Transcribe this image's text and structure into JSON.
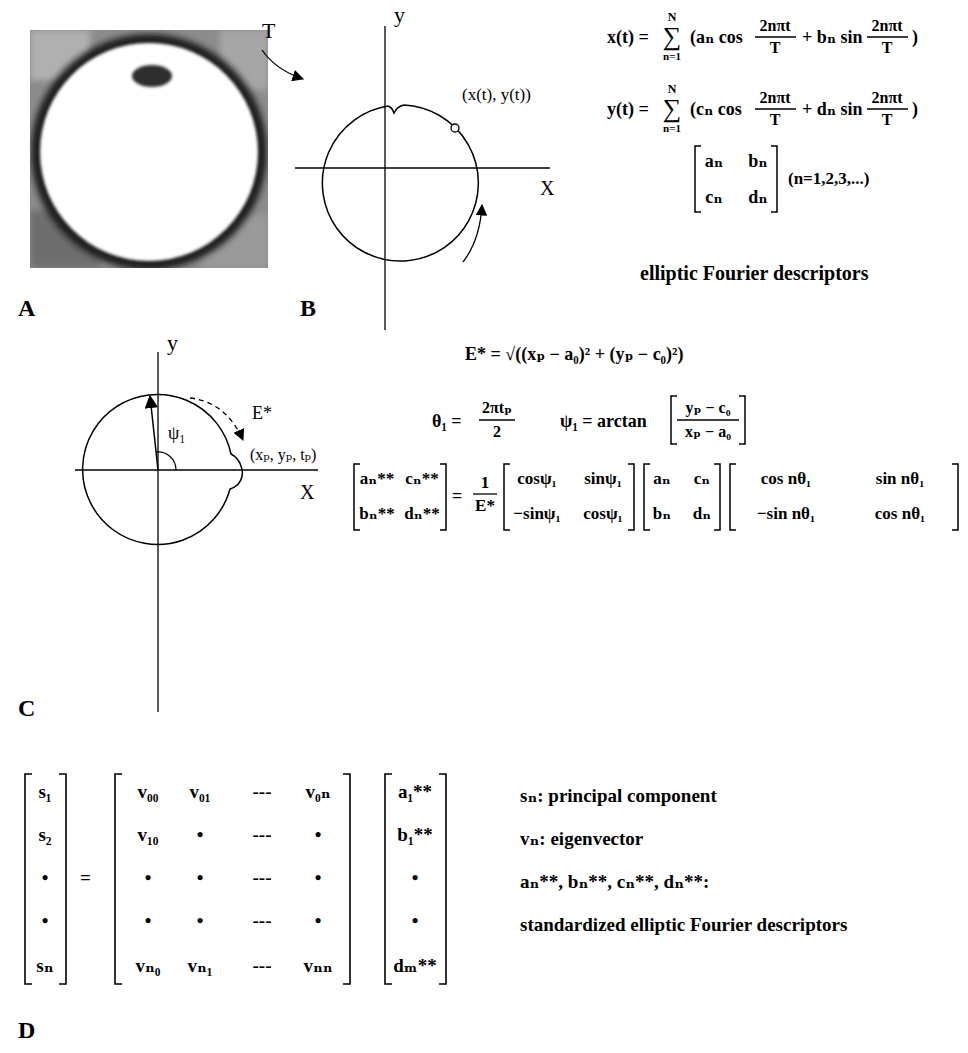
{
  "diagram": {
    "labels": [
      "A",
      "B",
      "C",
      "D",
      "y",
      "X",
      "T",
      "(x(t), y(t))",
      "x(t) =",
      "N",
      "∑",
      "n=1",
      "(aₙ cos",
      "2nπt",
      "T",
      "+ bₙ sin",
      "2nπt",
      "T",
      ")",
      "y(t) =",
      "N",
      "∑",
      "n=1",
      "(cₙ cos",
      "2nπt",
      "T",
      "+ dₙ sin",
      "2nπt",
      "T",
      ")",
      "aₙ",
      "bₙ",
      "cₙ",
      "dₙ",
      "(n=1,2,3,...)",
      "elliptic Fourier descriptors",
      "y",
      "X",
      "ψ₁",
      "E*",
      "(xₚ, yₚ, tₚ)",
      "E* = √((xₚ − a₀)² + (yₚ − c₀)²)",
      "θ₁ =",
      "2πtₚ",
      "2",
      "ψ₁ = arctan",
      "yₚ − c₀",
      "xₚ − a₀",
      "aₙ**",
      "cₙ**",
      "bₙ**",
      "dₙ**",
      "=",
      "1",
      "E*",
      "cosψ₁",
      "sinψ₁",
      "−sinψ₁",
      "cosψ₁",
      "aₙ",
      "cₙ",
      "bₙ",
      "dₙ",
      "cos nθ₁",
      "sin nθ₁",
      "−sin nθ₁",
      "cos nθ₁",
      "s₁",
      "s₂",
      "•",
      "•",
      "sₙ",
      "=",
      "v₀₀",
      "v₀₁",
      "---",
      "v₀ₙ",
      "v₁₀",
      "•",
      "---",
      "•",
      "•",
      "•",
      "---",
      "•",
      "•",
      "•",
      "---",
      "•",
      "vₙ₀",
      "vₙ₁",
      "---",
      "vₙₙ",
      "a₁**",
      "b₁**",
      "•",
      "•",
      "dₘ**",
      "sₙ: principal component",
      "vₙ: eigenvector",
      "aₙ**, bₙ**, cₙ**, dₙ**:",
      "standardized elliptic Fourier descriptors"
    ]
  }
}
